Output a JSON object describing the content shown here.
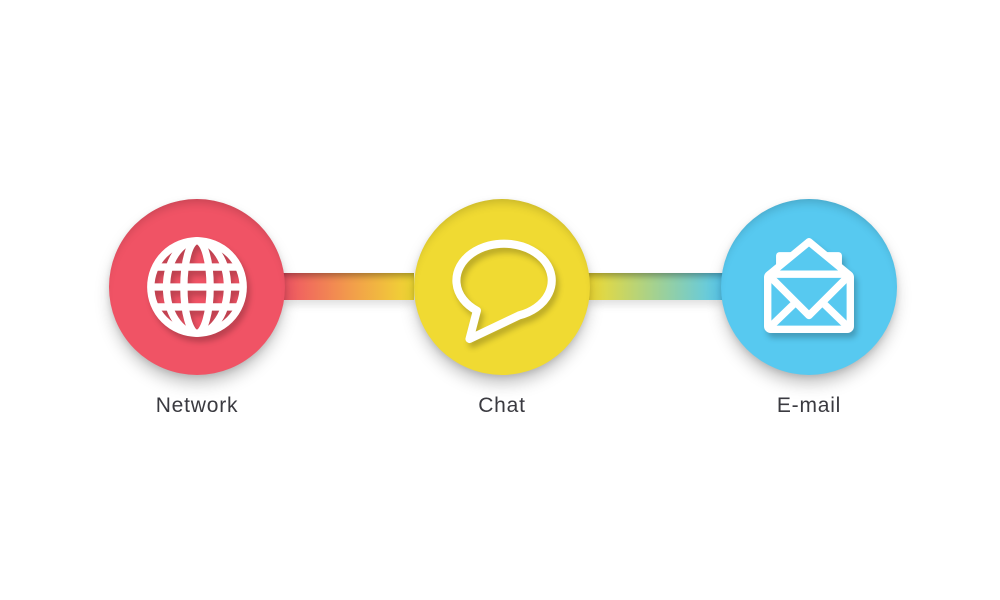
{
  "page": {
    "background": "#ffffff"
  },
  "diagram": {
    "nodes": [
      {
        "id": "network",
        "label": "Network",
        "color": "#f05365",
        "icon": "globe-icon"
      },
      {
        "id": "chat",
        "label": "Chat",
        "color": "#f0da32",
        "icon": "chat-bubble-icon"
      },
      {
        "id": "email",
        "label": "E-mail",
        "color": "#57c9f0",
        "icon": "open-envelope-icon"
      }
    ],
    "connectors": [
      {
        "from": "network",
        "to": "chat",
        "gradient": [
          "#f05365",
          "#f29a4c",
          "#f0da32"
        ]
      },
      {
        "from": "chat",
        "to": "email",
        "gradient": [
          "#f0da32",
          "#a3d191",
          "#57c9f0"
        ]
      }
    ],
    "label_color": "#3a3a40",
    "icon_color": "#ffffff"
  }
}
